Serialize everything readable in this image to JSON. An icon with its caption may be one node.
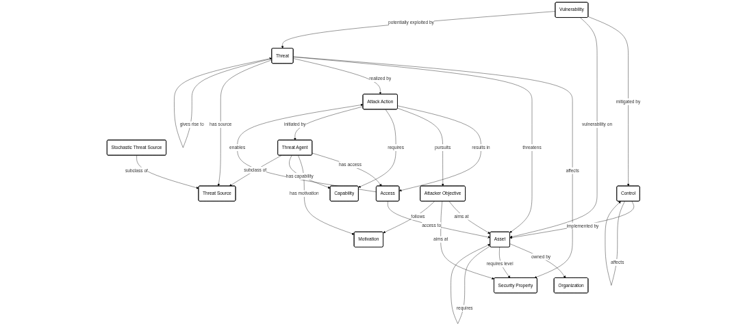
{
  "diagram": {
    "nodes": [
      {
        "text": [
          "Access"
        ]
      },
      {
        "text": [
          "Attacker Objective"
        ]
      },
      {
        "text": [
          "Motivation"
        ]
      },
      {
        "text": [
          "Security Property"
        ]
      },
      {
        "text": [
          "Attack Action"
        ]
      },
      {
        "text": [
          "Capability"
        ]
      },
      {
        "text": [
          "Organization"
        ]
      },
      {
        "text": [
          "Threat Agent"
        ]
      },
      {
        "text": [
          "Control"
        ]
      },
      {
        "text": [
          "Asset"
        ]
      },
      {
        "text": [
          "Threat"
        ]
      },
      {
        "text": [
          "Threat Source"
        ]
      },
      {
        "text": [
          "Vulnerability"
        ]
      },
      {
        "text": [
          "Stochastic Threat Source"
        ]
      }
    ],
    "edges": [
      {
        "from": 0,
        "to": 9,
        "arrow": "to",
        "label": "access to"
      },
      {
        "from": 1,
        "to": 9,
        "arrow": "to",
        "label": "aims at"
      },
      {
        "from": 1,
        "to": 3,
        "arrow": "to",
        "label": "aims at"
      },
      {
        "from": 1,
        "to": 2,
        "arrow": "to",
        "label": "follows"
      },
      {
        "from": 4,
        "to": 0,
        "arrow": "to",
        "label": "results in"
      },
      {
        "from": 0,
        "to": 4,
        "arrow": "to",
        "label": "enables"
      },
      {
        "from": 4,
        "to": 1,
        "arrow": "to",
        "label": "pursuits"
      },
      {
        "from": 4,
        "to": 5,
        "arrow": "to",
        "label": "requires"
      },
      {
        "from": 4,
        "to": 7,
        "arrow": "to",
        "label": "initiated by"
      },
      {
        "from": 7,
        "to": 0,
        "arrow": "to",
        "label": "has access"
      },
      {
        "from": 7,
        "to": 2,
        "arrow": "to",
        "label": "has motivation"
      },
      {
        "from": 7,
        "to": 5,
        "arrow": "to",
        "label": "has capability"
      },
      {
        "from": 7,
        "to": 11,
        "arrow": "to",
        "label": "subclass of"
      },
      {
        "from": 13,
        "to": 11,
        "arrow": "to",
        "label": "subclass of"
      },
      {
        "from": 9,
        "to": 6,
        "arrow": "to",
        "label": "owned by"
      },
      {
        "from": 8,
        "to": 9,
        "arrow": "to",
        "label": "implemented by"
      },
      {
        "from": 8,
        "to": 8,
        "arrow": "to",
        "label": "affects"
      },
      {
        "from": 9,
        "to": 3,
        "arrow": "to",
        "label": "requires level"
      },
      {
        "from": 9,
        "to": 9,
        "arrow": "to",
        "label": "requires"
      },
      {
        "from": 10,
        "to": 3,
        "arrow": "to",
        "label": "affects"
      },
      {
        "from": 10,
        "to": 9,
        "arrow": "to",
        "label": "threatens"
      },
      {
        "from": 10,
        "to": 4,
        "arrow": "to",
        "label": "realized by"
      },
      {
        "from": 10,
        "to": 11,
        "arrow": "to",
        "label": "has source"
      },
      {
        "from": 10,
        "to": 10,
        "arrow": "to",
        "label": "gives rise to"
      },
      {
        "from": 12,
        "to": 8,
        "arrow": "to",
        "label": "mitigated by"
      },
      {
        "from": 12,
        "to": 9,
        "arrow": "to",
        "label": "vulnerability on"
      },
      {
        "from": 12,
        "to": 10,
        "arrow": "to",
        "label": "potentially exploited by"
      }
    ]
  }
}
